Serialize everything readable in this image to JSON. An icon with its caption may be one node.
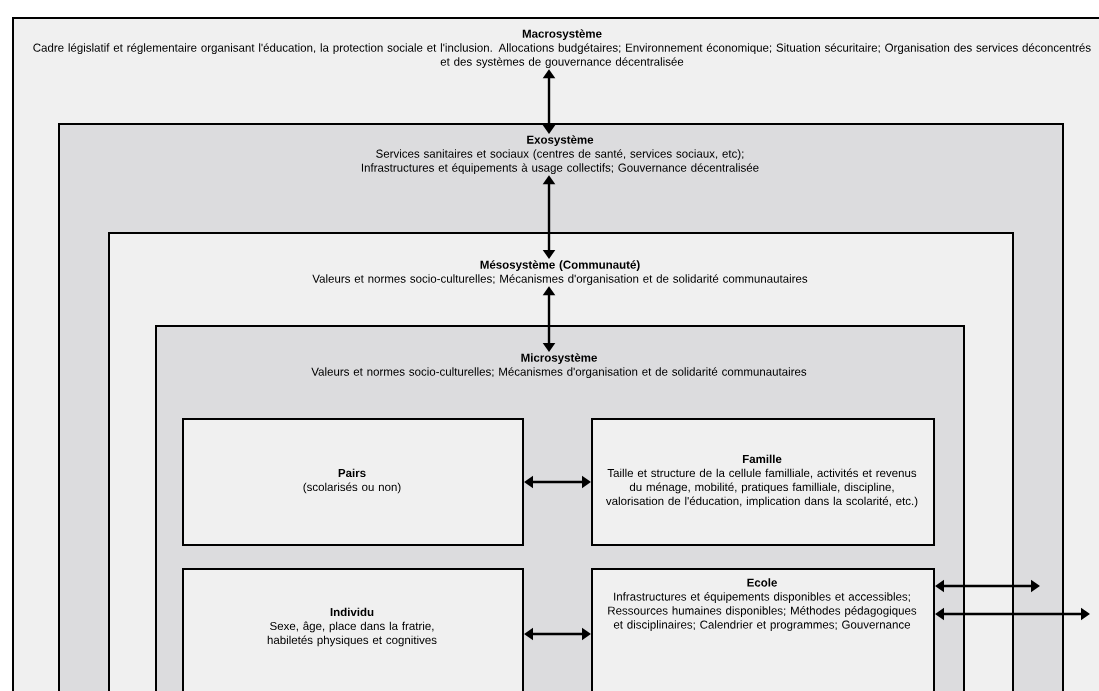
{
  "diagram": {
    "nodes": [
      {
        "text": [
          "Macrosystème",
          "Cadre législatif et réglementaire organisant l'éducation, la protection sociale et l'inclusion. Allocations budgétaires; Environnement économique; Situation sécuritaire; Organisation des services déconcentrés et des systèmes de gouvernance décentralisée"
        ]
      },
      {
        "text": [
          "Exosystème",
          "Services sanitaires et sociaux (centres de santé, services sociaux, etc); Infrastructures et équipements à usage collectifs; Gouvernance décentralisée"
        ],
        "in": 0
      },
      {
        "text": [
          "Mésosystème (Communauté)",
          "Valeurs et normes socio-culturelles; Mécanismes d'organisation et de solidarité communautaires"
        ],
        "in": 1
      },
      {
        "text": [
          "Microsystème",
          "Valeurs et normes socio-culturelles; Mécanismes d'organisation et de solidarité communautaires"
        ],
        "in": 2
      },
      {
        "text": [
          "Pairs",
          "(scolarisés ou non)"
        ],
        "in": 3
      },
      {
        "text": [
          "Famille",
          "Taille et structure de la cellule familliale, activités et revenus du ménage, mobilité, pratiques familliale, discipline, valorisation de l'éducation, implication dans la scolarité, etc.)"
        ],
        "in": 3
      },
      {
        "text": [
          "Individu",
          "Sexe, âge, place dans la fratrie, habiletés physiques et cognitives"
        ],
        "in": 3
      },
      {
        "text": [
          "Ecole",
          "Infrastructures et équipements disponibles et accessibles; Ressources humaines disponibles; Méthodes pédagogiques et disciplinaires; Calendrier et programmes; Gouvernance"
        ],
        "in": 3
      }
    ],
    "edges": [
      {
        "from": 0,
        "to": 1,
        "arrow": "both"
      },
      {
        "from": 1,
        "to": 2,
        "arrow": "both"
      },
      {
        "from": 2,
        "to": 3,
        "arrow": "both"
      },
      {
        "from": 4,
        "to": 5,
        "arrow": "both"
      },
      {
        "from": 6,
        "to": 7,
        "arrow": "both"
      },
      {
        "from": 7,
        "to": 1,
        "arrow": "both"
      },
      {
        "from": 7,
        "to": 0,
        "arrow": "both"
      }
    ]
  }
}
